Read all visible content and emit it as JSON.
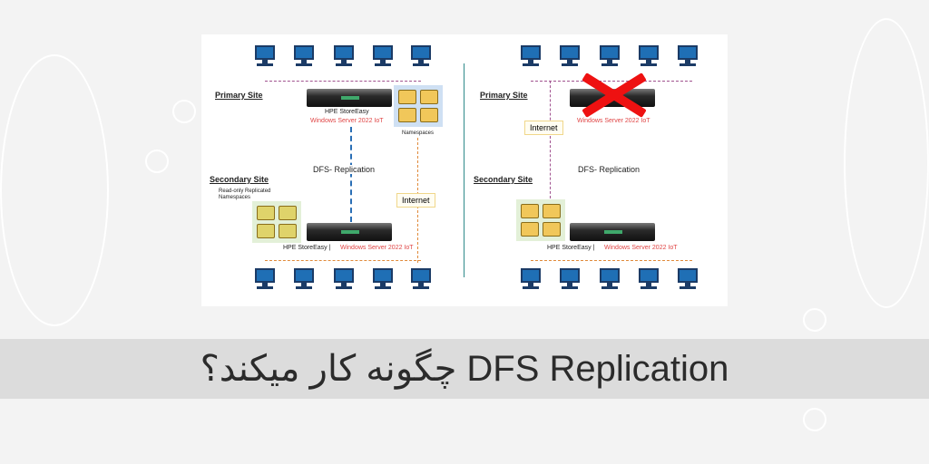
{
  "left_panel": {
    "primary_site": "Primary Site",
    "server_name": "HPE StoreEasy",
    "server_os": "Windows Server 2022 IoT",
    "namespaces": "Namespaces",
    "replication": "DFS- Replication",
    "secondary_site": "Secondary Site",
    "readonly": "Read-only Replicated Namespaces",
    "secondary_server_name": "HPE StoreEasy |",
    "secondary_server_os": "Windows Server 2022 IoT",
    "internet": "Internet"
  },
  "right_panel": {
    "primary_site": "Primary Site",
    "server_os": "Windows Server 2022 IoT",
    "internet": "Internet",
    "replication": "DFS- Replication",
    "secondary_site": "Secondary Site",
    "secondary_server_name": "HPE StoreEasy |",
    "secondary_server_os": "Windows Server 2022 IoT"
  },
  "banner": {
    "title": "DFS Replication چگونه کار میکند؟"
  },
  "colors": {
    "accent_red": "#e04646",
    "computer_blue": "#1f6fb5",
    "folder": "#f1c75a"
  }
}
